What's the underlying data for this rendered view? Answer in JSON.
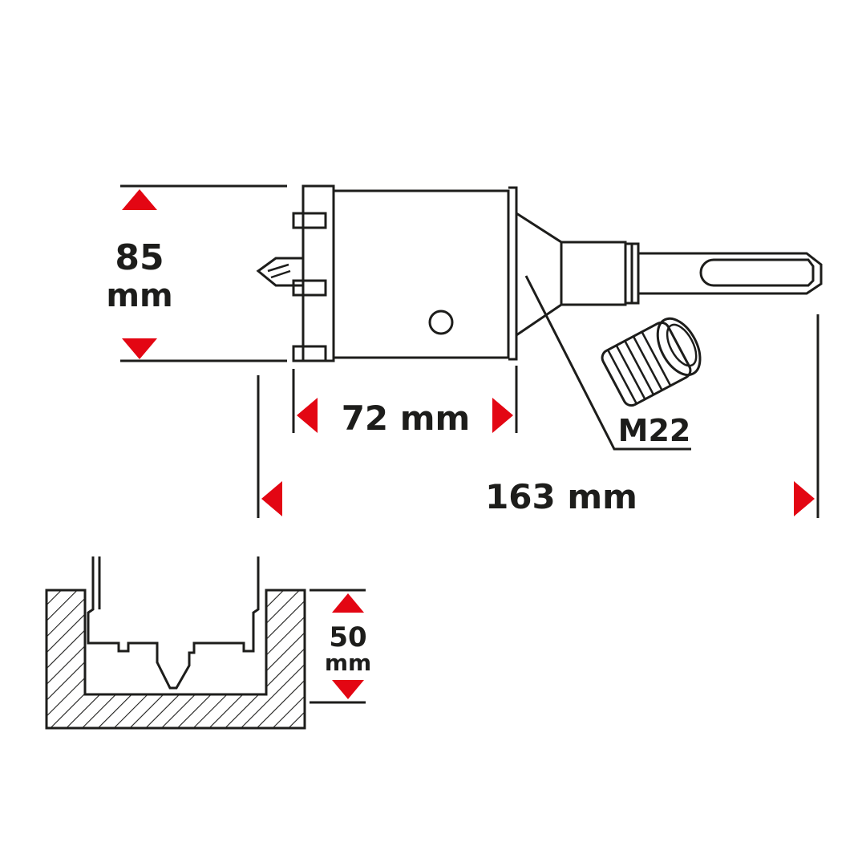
{
  "dimensions": {
    "diameter": {
      "value": "85",
      "unit": "mm"
    },
    "head_length": "72 mm",
    "total_length": "163 mm",
    "thread": "M22",
    "drill_depth": {
      "value": "50",
      "unit": "mm"
    }
  },
  "colors": {
    "arrow": "#e30613",
    "line": "#1d1d1b"
  }
}
